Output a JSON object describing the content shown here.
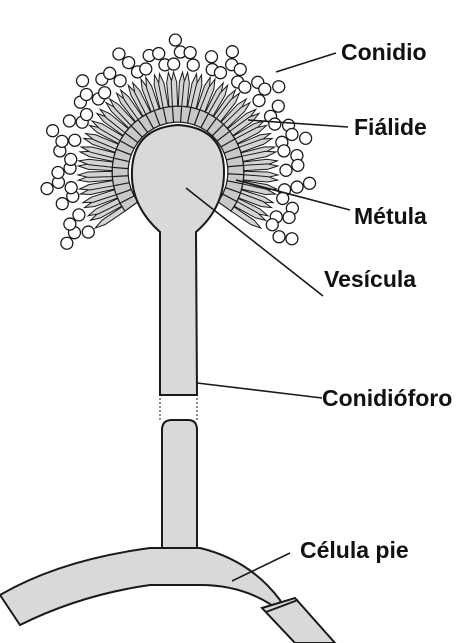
{
  "diagram": {
    "labels": {
      "conidio": "Conidio",
      "fialide": "Fiálide",
      "metula": "Métula",
      "vesicula": "Vesícula",
      "conidioforo": "Conidióforo",
      "celula_pie": "Célula pie"
    },
    "colors": {
      "outline": "#1a1a1a",
      "fill_light": "#d9d9d9",
      "fill_metula": "#c8c8c8",
      "fill_phialide": "#d4d4d4",
      "spore_fill": "#ffffff"
    }
  }
}
